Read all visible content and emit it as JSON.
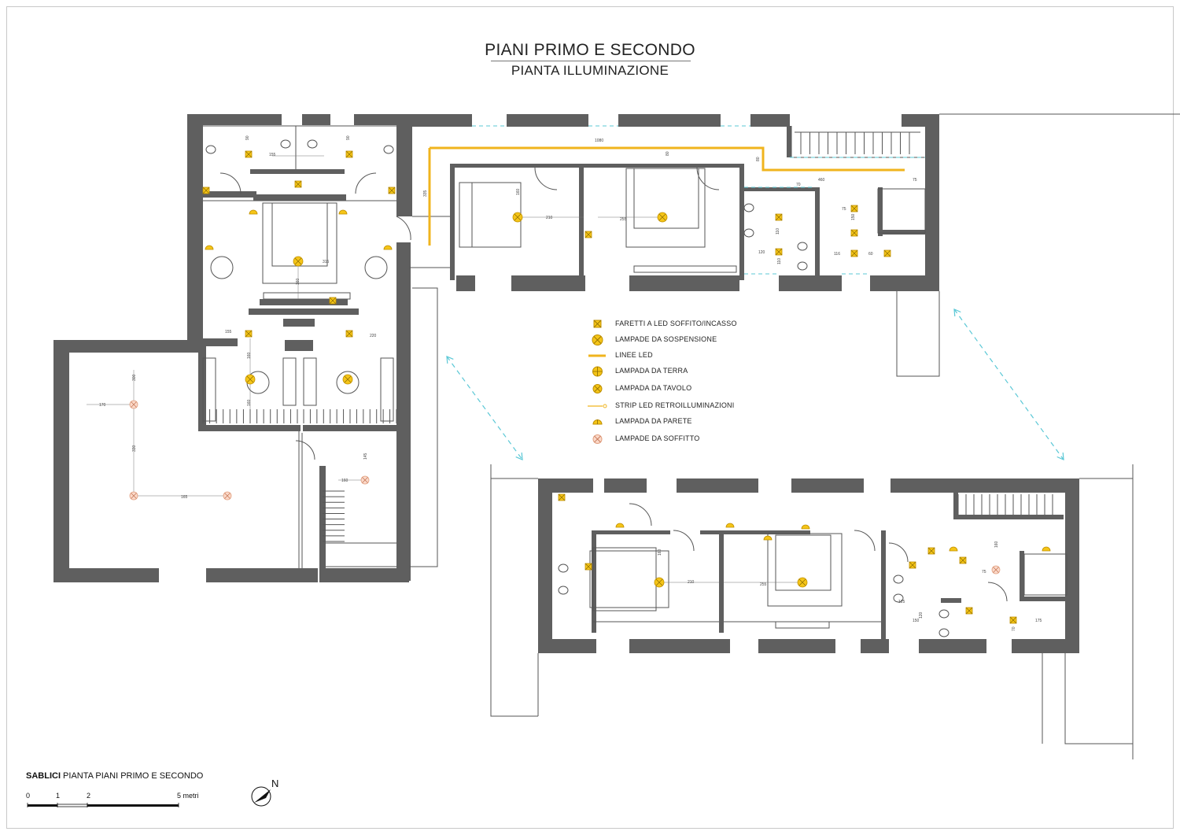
{
  "header": {
    "title": "PIANI PRIMO E SECONDO",
    "subtitle": "PIANTA ILLUMINAZIONE"
  },
  "legend": {
    "items": [
      {
        "label": "FARETTI A LED SOFFITO/INCASSO",
        "icon": "recessed-led-spot-icon"
      },
      {
        "label": "LAMPADE DA SOSPENSIONE",
        "icon": "pendant-lamp-icon"
      },
      {
        "label": "LINEE LED",
        "icon": "led-line-icon"
      },
      {
        "label": "LAMPADA DA TERRA",
        "icon": "floor-lamp-icon"
      },
      {
        "label": "LAMPADA DA TAVOLO",
        "icon": "table-lamp-icon"
      },
      {
        "label": "STRIP LED RETROILLUMINAZIONI",
        "icon": "led-strip-backlight-icon"
      },
      {
        "label": "LAMPADA DA PARETE",
        "icon": "wall-lamp-icon"
      },
      {
        "label": "LAMPADE DA SOFFITTO",
        "icon": "ceiling-lamp-icon"
      }
    ]
  },
  "dimensions": {
    "first_floor": [
      "155",
      "90",
      "90",
      "315",
      "160",
      "160",
      "155",
      "220",
      "170",
      "300",
      "330",
      "165",
      "145",
      "160",
      "160"
    ],
    "upper_block": [
      "1080",
      "80",
      "80",
      "335",
      "210",
      "255",
      "160",
      "460",
      "75",
      "75",
      "110",
      "120",
      "110",
      "116",
      "60",
      "70",
      "150"
    ],
    "second_floor": [
      "210",
      "255",
      "160",
      "125",
      "120",
      "160",
      "75",
      "175",
      "70",
      "150"
    ]
  },
  "caption": {
    "bold": "SABLICI",
    "rest": " PIANTA PIANI PRIMO E SECONDO"
  },
  "scale_bar": {
    "labels": [
      "0",
      "1",
      "2",
      "5 metri"
    ]
  },
  "north_label": "N",
  "colors": {
    "wall": "#5f5f5f",
    "light_fixture": "#f5c518",
    "fixture_outline": "#c09000",
    "led_line": "#f0b41e",
    "dash": "#5bc8d6",
    "line": "#555555"
  }
}
